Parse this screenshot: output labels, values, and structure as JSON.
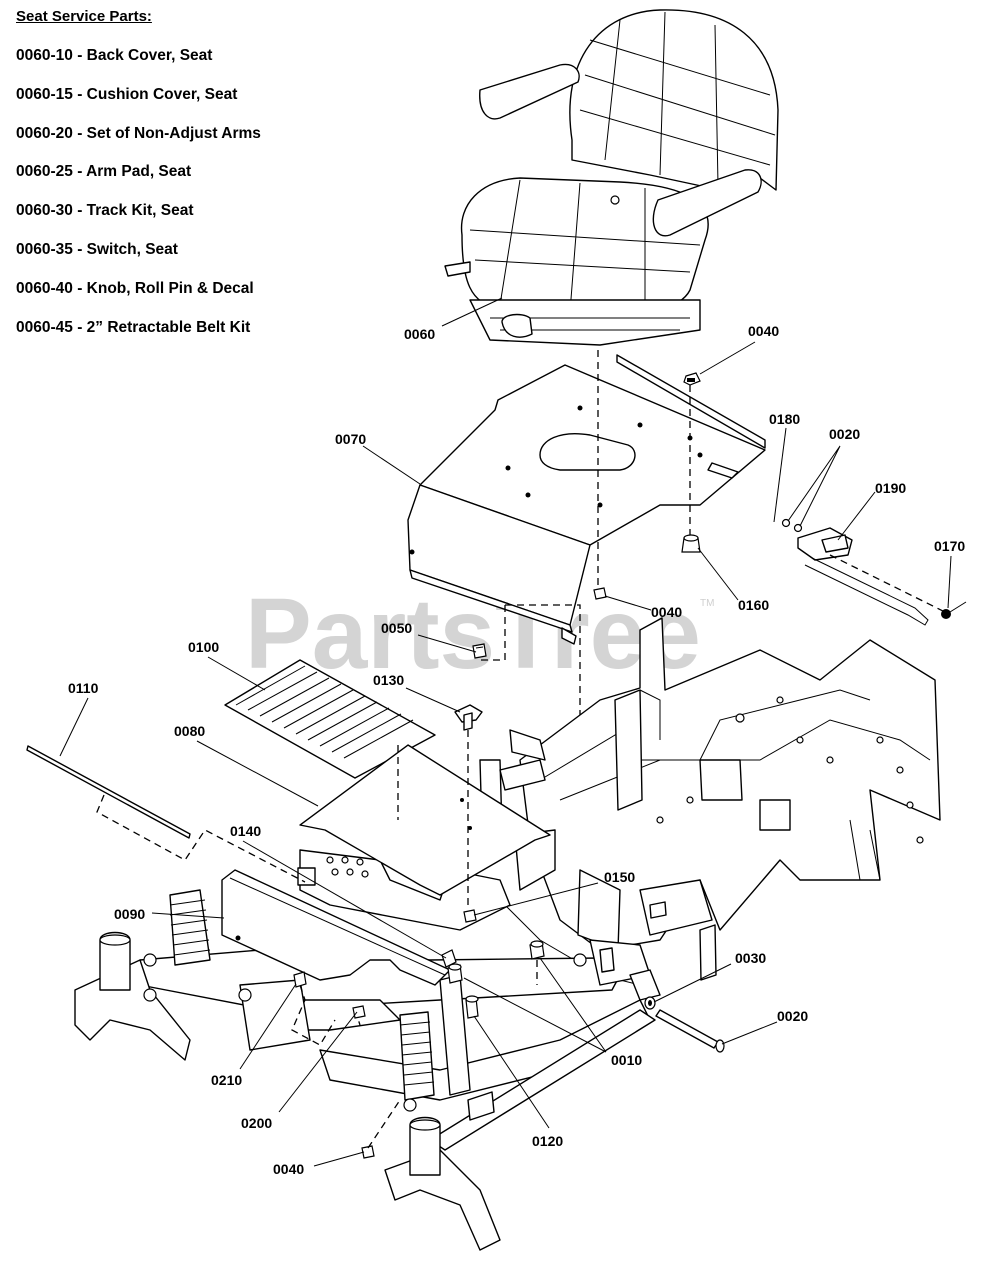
{
  "service_parts": {
    "title": "Seat Service Parts:",
    "items": [
      "0060-10 - Back Cover, Seat",
      "0060-15 - Cushion Cover, Seat",
      "0060-20 - Set of Non-Adjust Arms",
      "0060-25 - Arm Pad, Seat",
      "0060-30 - Track Kit, Seat",
      "0060-35 - Switch, Seat",
      "0060-40 - Knob, Roll Pin & Decal",
      "0060-45 - 2” Retractable Belt Kit"
    ]
  },
  "watermark": "PartsTree",
  "trademark": "TM",
  "callouts": {
    "c0060": "0060",
    "c0040_top": "0040",
    "c0180": "0180",
    "c0020_top": "0020",
    "c0070": "0070",
    "c0190": "0190",
    "c0170": "0170",
    "c0040_mid": "0040",
    "c0160": "0160",
    "c0050": "0050",
    "c0100": "0100",
    "c0130": "0130",
    "c0110": "0110",
    "c0080": "0080",
    "c0140": "0140",
    "c0150": "0150",
    "c0090": "0090",
    "c0030": "0030",
    "c0020_bottom": "0020",
    "c0210": "0210",
    "c0010": "0010",
    "c0200": "0200",
    "c0120": "0120",
    "c0040_bottom": "0040"
  }
}
